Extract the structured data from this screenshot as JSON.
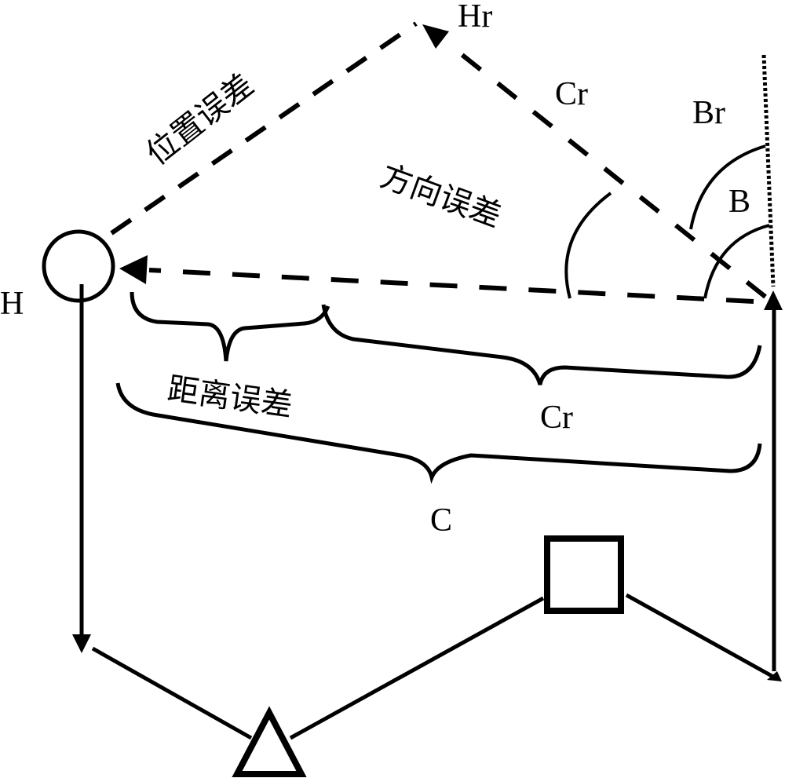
{
  "diagram": {
    "nodes": {
      "circle": {
        "label": "H",
        "shape": "circle"
      },
      "triangle": {
        "label": "",
        "shape": "triangle"
      },
      "square": {
        "label": "",
        "shape": "square"
      },
      "target": {
        "label": "",
        "shape": "point"
      }
    },
    "labels": {
      "H": "H",
      "Hr": "Hr",
      "Cr_top": "Cr",
      "Br": "Br",
      "B": "B",
      "Cr_brace": "Cr",
      "C_brace": "C",
      "position_error": "位置误差",
      "direction_error": "方向误差",
      "distance_error": "距离误差"
    },
    "colors": {
      "stroke": "#000000",
      "background": "#ffffff"
    }
  }
}
